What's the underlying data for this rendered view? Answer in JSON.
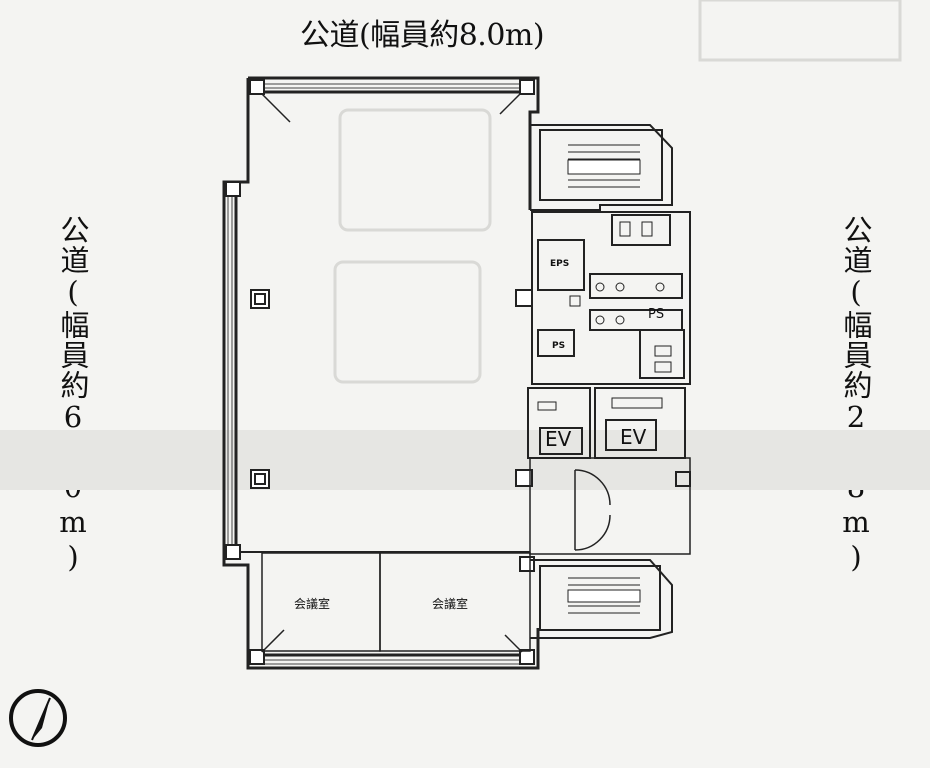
{
  "roads": {
    "top": "公道(幅員約8.0m)",
    "left": "公道(幅員約6.0m)",
    "right": "公道(幅員約2.8m)"
  },
  "rooms": {
    "eps": "EPS",
    "ps_upper": "PS",
    "ps_lower": "PS",
    "ev_left": "EV",
    "ev_right": "EV",
    "meeting_left": "会議室",
    "meeting_right": "会議室"
  },
  "icons": {
    "north": "north-arrow-icon"
  }
}
